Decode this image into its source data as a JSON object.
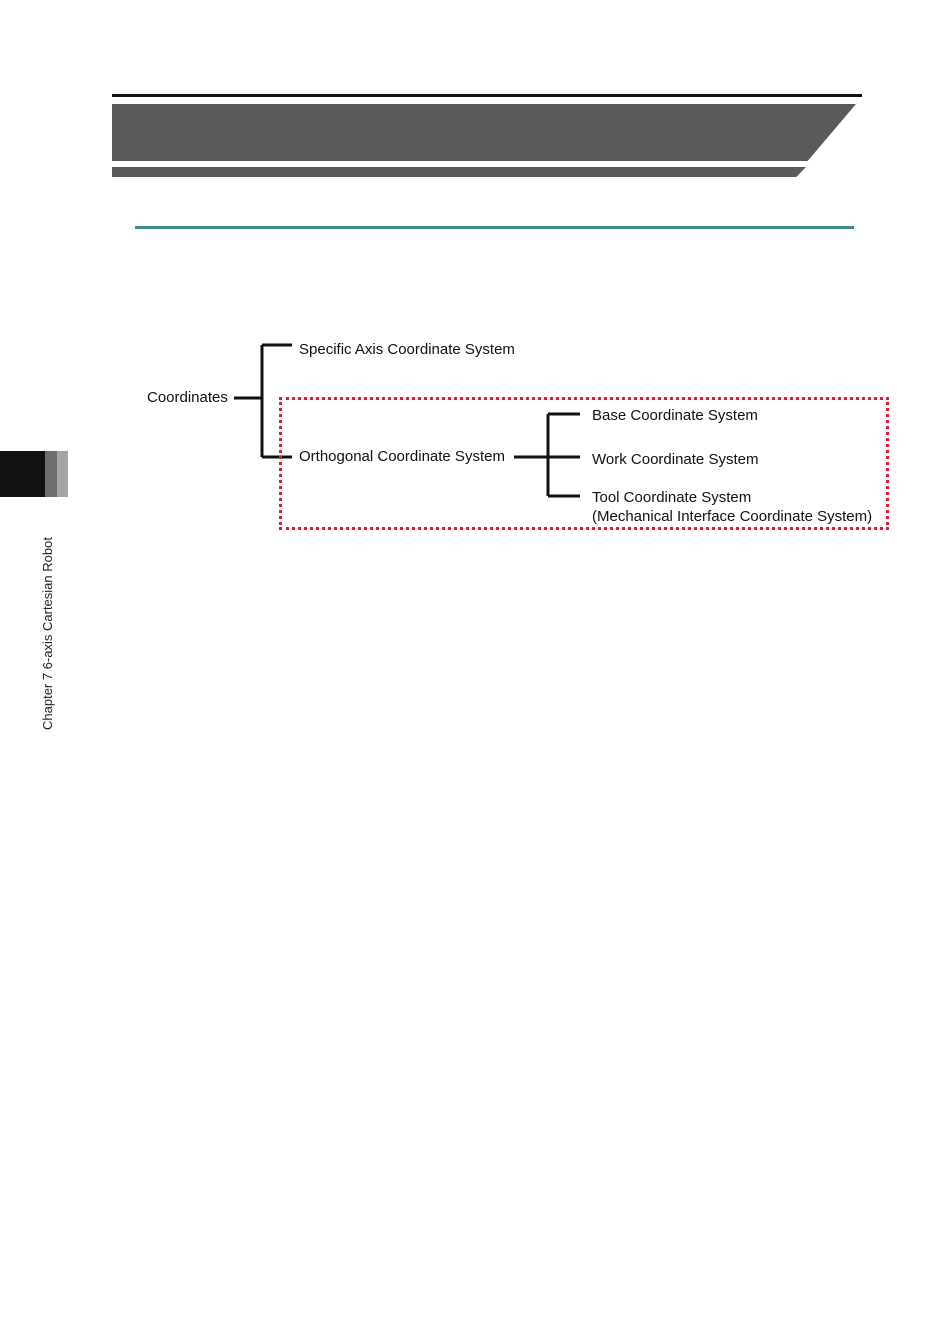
{
  "sidebar": {
    "chapter_label": "Chapter 7 6-axis Cartesian Robot"
  },
  "diagram": {
    "root": "Coordinates",
    "branch_specific": "Specific Axis Coordinate System",
    "branch_orthogonal": "Orthogonal Coordinate System",
    "orthogonal_children": [
      "Base Coordinate System",
      "Work Coordinate System",
      "Tool Coordinate System"
    ],
    "tool_note": "(Mechanical Interface Coordinate System)",
    "colors": {
      "tree_lines": "#111111",
      "highlight_border": "#d8203a"
    }
  },
  "colors": {
    "header_banner": "#5a5a5a",
    "section_rule": "#3f8a8e",
    "tab_black": "#111111",
    "tab_dark_gray": "#6e6e6e",
    "tab_light_gray": "#a5a5a5"
  }
}
